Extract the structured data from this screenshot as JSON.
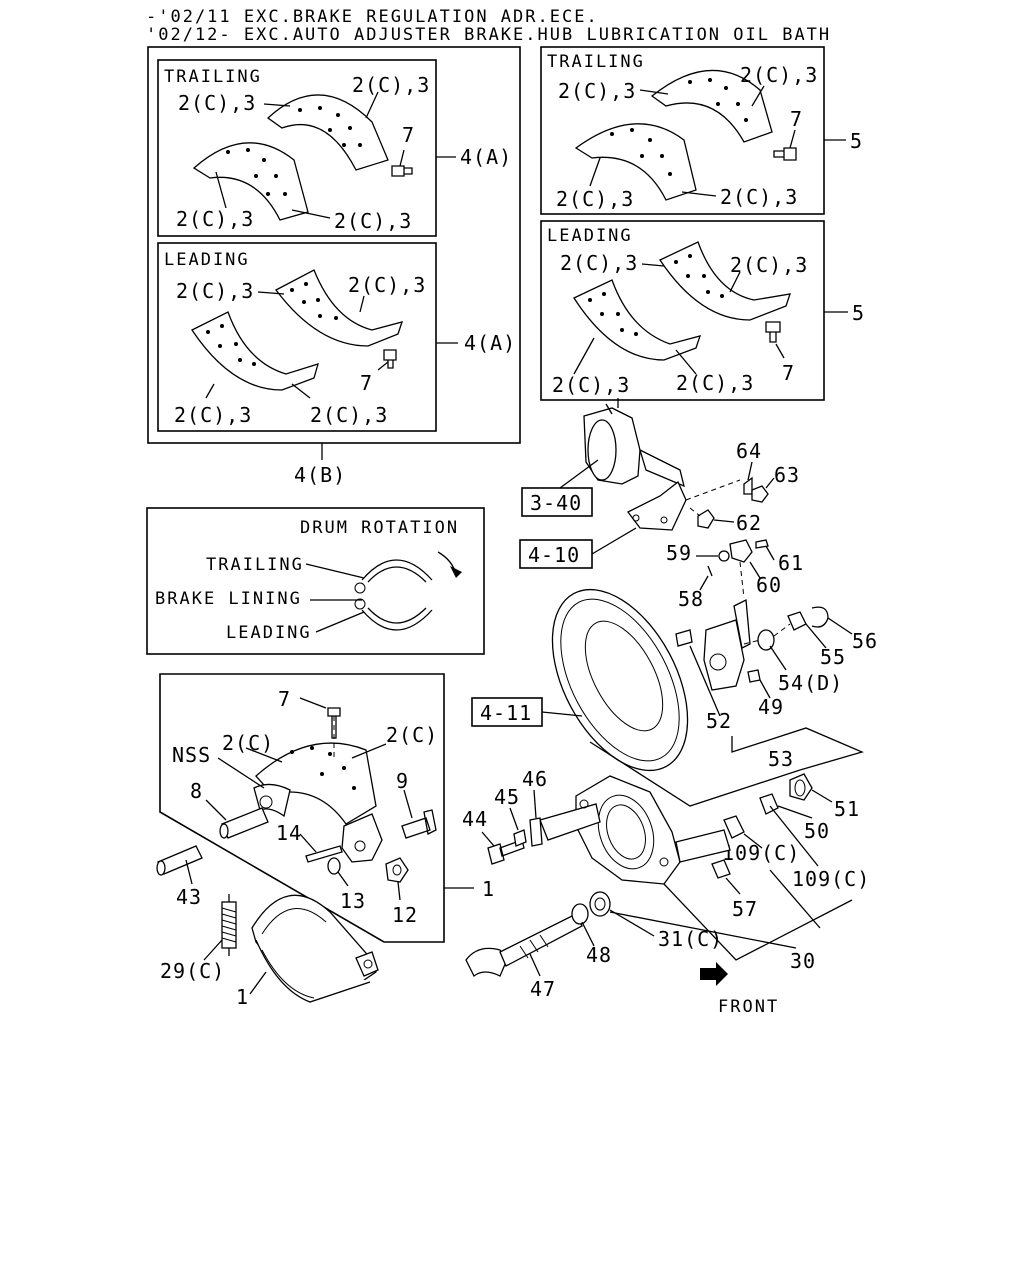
{
  "header": {
    "line1": "-'02/11 EXC.BRAKE REGULATION ADR.ECE.",
    "line2": "'02/12- EXC.AUTO ADJUSTER BRAKE.HUB LUBRICATION OIL BATH"
  },
  "panel_4b": {
    "label": "4(B)",
    "trailing": {
      "title": "TRAILING",
      "callouts": [
        "2(C),3",
        "2(C),3",
        "2(C),3",
        "2(C),3",
        "7"
      ],
      "ref": "4(A)"
    },
    "leading": {
      "title": "LEADING",
      "callouts": [
        "2(C),3",
        "2(C),3",
        "2(C),3",
        "2(C),3",
        "7"
      ],
      "ref": "4(A)"
    }
  },
  "panel_5": {
    "trailing": {
      "title": "TRAILING",
      "callouts": [
        "2(C),3",
        "2(C),3",
        "2(C),3",
        "2(C),3",
        "7"
      ],
      "ref": "5"
    },
    "leading": {
      "title": "LEADING",
      "callouts": [
        "2(C),3",
        "2(C),3",
        "2(C),3",
        "2(C),3",
        "7"
      ],
      "ref": "5"
    }
  },
  "rotation_panel": {
    "drum_rotation": "DRUM ROTATION",
    "trailing": "TRAILING",
    "brake_lining": "BRAKE LINING",
    "leading": "LEADING"
  },
  "shoe_panel": {
    "labels": [
      "7",
      "2(C)",
      "2(C)",
      "NSS",
      "8",
      "9",
      "14",
      "13",
      "12"
    ],
    "ref": "1"
  },
  "ref_boxes": [
    "3-40",
    "4-10",
    "4-11"
  ],
  "parts": {
    "p64": "64",
    "p63": "63",
    "p62": "62",
    "p61": "61",
    "p60": "60",
    "p59": "59",
    "p58": "58",
    "p56": "56",
    "p55": "55",
    "p54": "54(D)",
    "p49": "49",
    "p52": "52",
    "p53": "53",
    "p51": "51",
    "p50": "50",
    "p109a": "109(C)",
    "p109b": "109(C)",
    "p57": "57",
    "p46": "46",
    "p45": "45",
    "p44": "44",
    "p48": "48",
    "p31": "31(C)",
    "p30": "30",
    "p47": "47",
    "p43": "43",
    "p29": "29(C)",
    "p1": "1"
  },
  "front": "FRONT"
}
